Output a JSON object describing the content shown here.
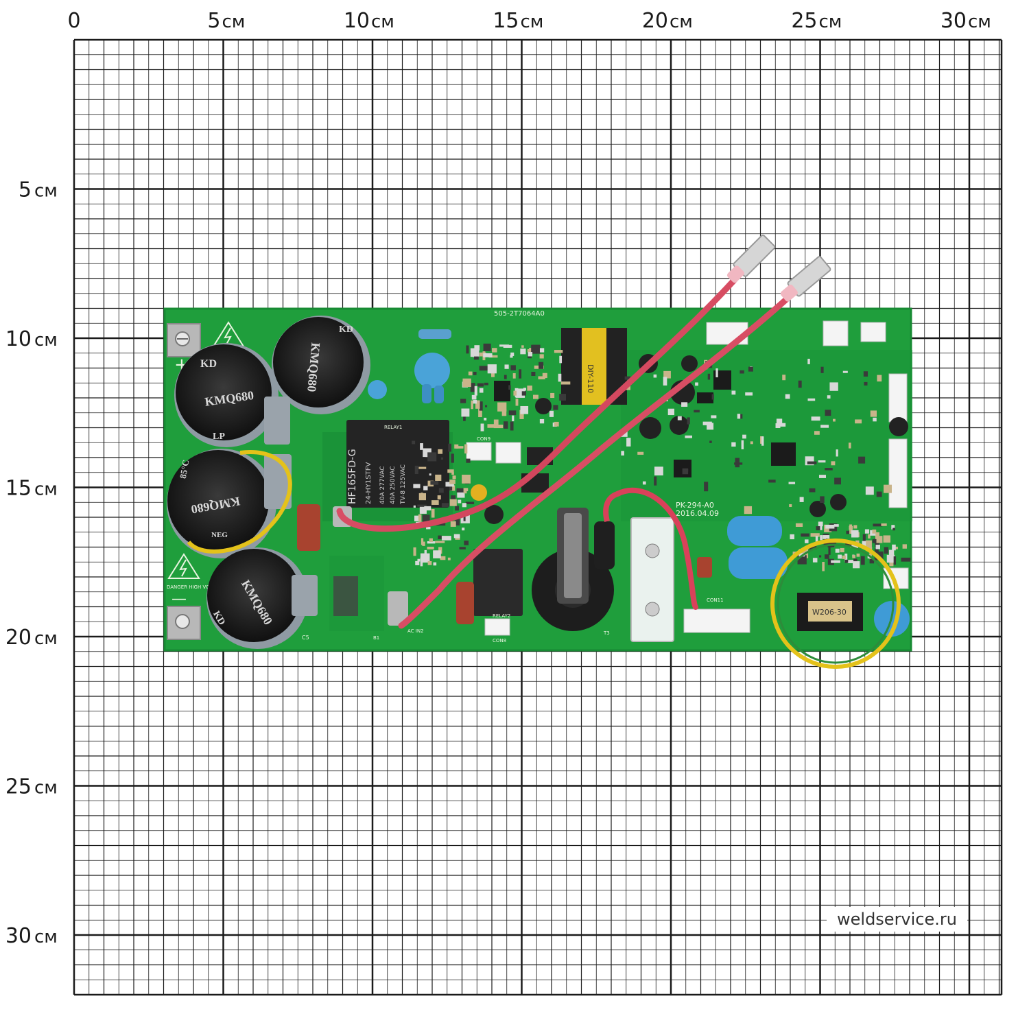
{
  "grid": {
    "unit": "см",
    "x_labels": [
      "0",
      "5",
      "10",
      "15",
      "20",
      "25",
      "30"
    ],
    "y_labels": [
      "5",
      "10",
      "15",
      "20",
      "25",
      "30"
    ]
  },
  "board": {
    "part_number": "505-2T7064A0",
    "pcb_model": "PK-294-A0",
    "pcb_date": "2016.04.09",
    "relay_text_1": "HF165FD-G",
    "relay_text_2": "24-HY1STFV",
    "relay_text_3": "40A 277VAC",
    "relay_text_4": "40A 250VAC",
    "relay_text_5": "TV-8 125VAC",
    "cap_brand_1": "KD",
    "cap_brand_2": "LP",
    "cap_value": "KMQ680",
    "cap_temp": "85°C",
    "cap_maker": "NEG",
    "choke_label": "W206-30",
    "transformer_label": "DIY-110",
    "danger_text": "DANGER HIGH VOLTAGE",
    "plus_sign": "+",
    "minus_sign": "—",
    "ref_relay1": "RELAY1",
    "ref_relay2": "RELAY2",
    "ref_con11": "CON11",
    "ref_t3": "T3",
    "ref_con8": "CON8",
    "ref_con9": "CON9",
    "ref_c5": "C5",
    "ref_b1": "B1",
    "ref_ac_in2": "AC IN2"
  },
  "watermark": "weldservice.ru",
  "colors": {
    "pcb": "#1f9e3c",
    "pcb_dark": "#15822f",
    "grid_line": "#111111",
    "wire_red": "#d9415a",
    "wire_yellow": "#e4c21a",
    "capacitor": "#1b1b1b",
    "film_cap_blue": "#3f9bd6"
  }
}
